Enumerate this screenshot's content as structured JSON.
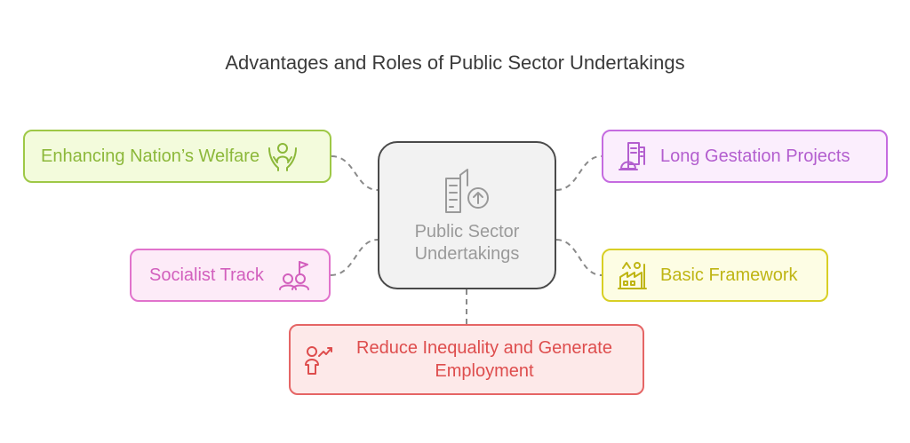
{
  "title": "Advantages and Roles of Public Sector Undertakings",
  "center": {
    "label": "Public Sector Undertakings",
    "icon": "public-building-growth-icon"
  },
  "nodes": {
    "welfare": {
      "label": "Enhancing Nation’s Welfare",
      "icon": "people-care-icon",
      "color": "#8cb83a"
    },
    "gestation": {
      "label": "Long Gestation Projects",
      "icon": "construction-building-icon",
      "color": "#b35ecf"
    },
    "socialist": {
      "label": "Socialist Track",
      "icon": "people-flag-icon",
      "color": "#d25fbd"
    },
    "framework": {
      "label": "Basic Framework",
      "icon": "factory-framework-icon",
      "color": "#bfb514"
    },
    "inequality": {
      "label": "Reduce Inequality and Generate Employment",
      "icon": "person-growth-icon",
      "color": "#de4d4d"
    }
  }
}
